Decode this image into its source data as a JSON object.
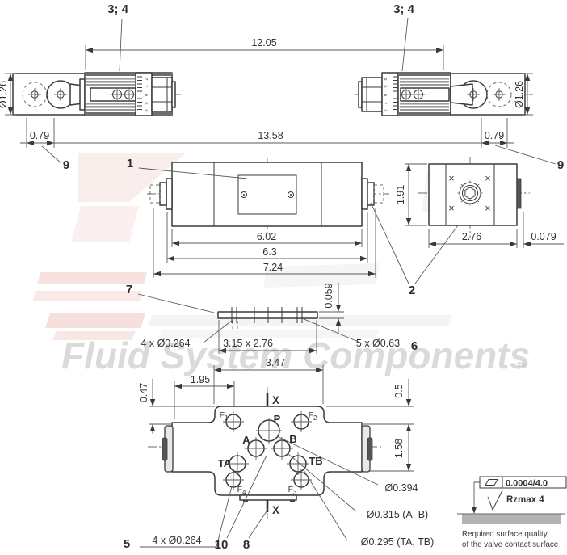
{
  "watermark": {
    "brand": "Fluid System Components",
    "tm": "TM"
  },
  "items": {
    "i1": "1",
    "i2": "2",
    "i34": "3; 4",
    "i5": "5",
    "i6": "6",
    "i7": "7",
    "i8": "8",
    "i9": "9",
    "i10": "10"
  },
  "dims": {
    "between_coils": "12.05",
    "overall": "13.58",
    "side_offset": "0.79",
    "coil_dia": "Ø1.26",
    "body_len_a": "6.02",
    "body_len_b": "6.3",
    "body_len_c": "7.24",
    "end_height": "1.91",
    "end_width": "2.76",
    "end_plate": "0.079",
    "seal_plate_thk": "0.059",
    "mount_holes": "4 x Ø0.264",
    "hole_pattern": "3.15 x 2.76",
    "main_ports": "5 x Ø0.63",
    "pattern_width": "3.47",
    "pattern_a": "1.95",
    "pattern_b": "0.47",
    "pattern_c": "0.5",
    "pattern_d": "1.58",
    "dia_p": "Ø0.394",
    "dia_ab": "Ø0.315 (A, B)",
    "dia_tatb": "Ø0.295 (TA, TB)"
  },
  "ports": {
    "p": "P",
    "a": "A",
    "b": "B",
    "ta": "TA",
    "tb": "TB",
    "f": "F",
    "s1": "1",
    "s2": "2",
    "s3": "3",
    "s4": "4"
  },
  "marks": {
    "x_mark": "×",
    "section": "X"
  },
  "dial": {
    "digits": [
      "2",
      "1",
      "0",
      "9",
      "8"
    ]
  },
  "surface": {
    "flatness": "0.0004/4.0",
    "roughness": "Rzmax 4",
    "caption_line1": "Required surface quality",
    "caption_line2": "of the valve contact surface"
  }
}
